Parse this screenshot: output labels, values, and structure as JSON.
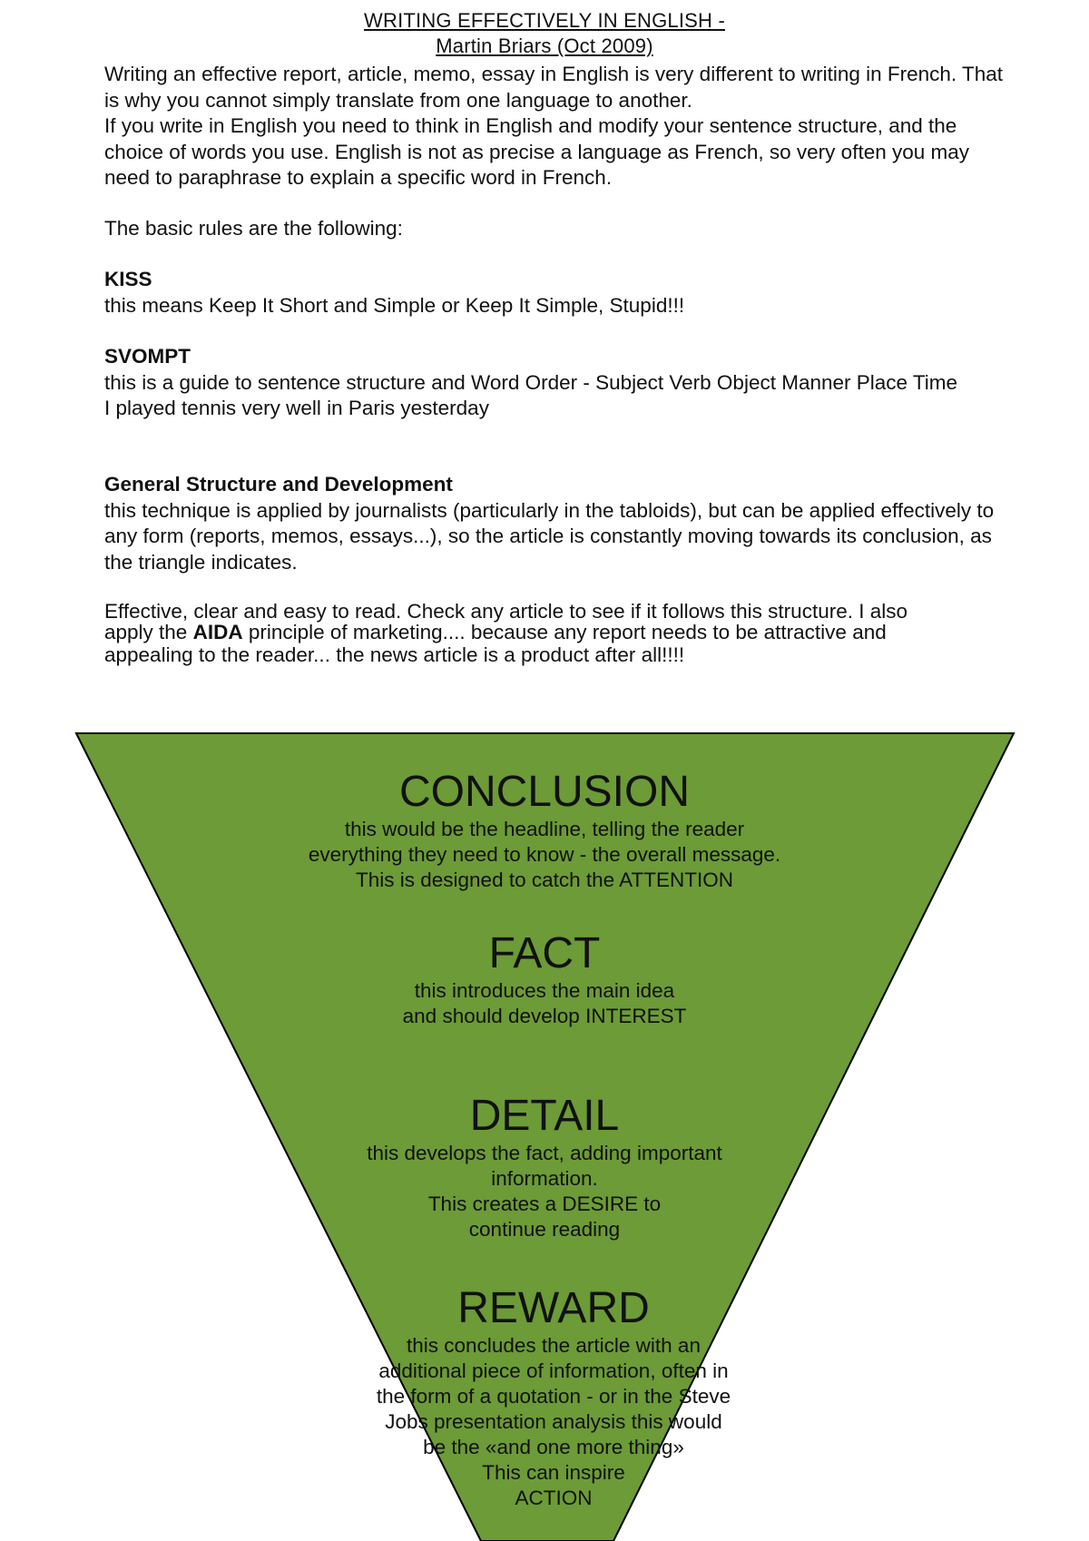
{
  "doc": {
    "title_line1": "WRITING EFFECTIVELY IN ENGLISH -",
    "title_line2": "Martin Briars (Oct 2009)"
  },
  "intro": [
    "Writing an effective report, article, memo, essay in English is very different to writing in French. That is why you cannot simply translate from one language to another.",
    "If you write in English you need to think in English and modify your sentence structure, and the choice of words you use. English is not as precise a language as French, so very often you may need to paraphrase to explain a specific word in French.",
    "The basic rules are the following:"
  ],
  "kiss": {
    "heading": "KISS",
    "text": "this means Keep It Short and Simple or Keep It Simple, Stupid!!!"
  },
  "svompt": {
    "heading": "SVOMPT",
    "text": "this is a guide to sentence structure and Word Order - Subject Verb Object Manner Place Time",
    "example": "I played tennis very well in Paris yesterday"
  },
  "structure": {
    "heading": "General Structure and Development",
    "text": "this technique is applied by journalists (particularly in the tabloids), but can be applied effectively to any form (reports, memos, essays...), so the article is constantly moving towards its conclusion, as the triangle indicates."
  },
  "closing": {
    "line1": "Effective, clear and easy to read. Check any article to see if it follows this structure. I also",
    "line2_pre": "apply the ",
    "line2_bold": "AIDA",
    "line2_post": " principle of marketing.... because any report needs to be attractive and",
    "line3": "appealing to the reader... the news article is a product after all!!!!"
  },
  "pyramid": {
    "fill_color": "#6c9b37",
    "stroke_color": "#000000",
    "levels": [
      {
        "heading": "CONCLUSION",
        "lines": [
          "this would be the headline, telling the reader",
          "everything they need to know - the overall message.",
          "This is designed to catch the ATTENTION"
        ]
      },
      {
        "heading": "FACT",
        "lines": [
          "this introduces the main idea",
          "and should develop INTEREST"
        ]
      },
      {
        "heading": "DETAIL",
        "lines": [
          "this develops the fact, adding important",
          "information.",
          "This creates a DESIRE to",
          "continue reading"
        ]
      },
      {
        "heading": "REWARD",
        "lines": [
          "this concludes the article with an",
          "additional piece of information, often in",
          "the form of a quotation - or in the Steve",
          "Jobs presentation analysis this would",
          "be the «and one more thing»",
          "This can inspire",
          "ACTION"
        ]
      }
    ]
  }
}
